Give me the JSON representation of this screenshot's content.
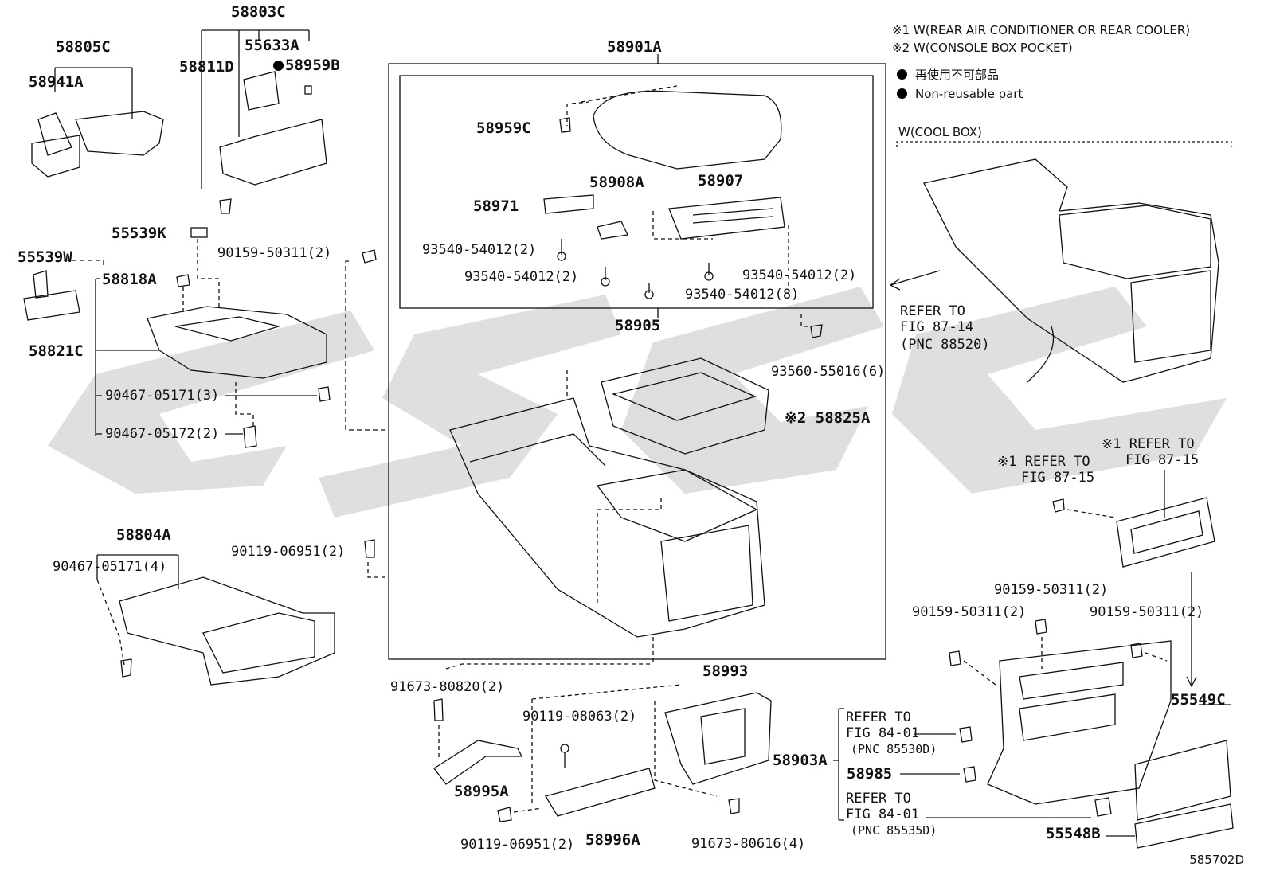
{
  "notes": {
    "note1": "※1 W(REAR AIR CONDITIONER OR REAR COOLER)",
    "note2": "※2 W(CONSOLE BOX POCKET)",
    "legend_jp": "再使用不可部品",
    "legend_en": "Non-reusable part",
    "cool_box_header": "W(COOL BOX)"
  },
  "doc_id": "585702D",
  "parts": {
    "p58803C": "58803C",
    "p58805C": "58805C",
    "p55633A": "55633A",
    "p58959B": "58959B",
    "p58811D": "58811D",
    "p58941A": "58941A",
    "p58901A": "58901A",
    "p58959C": "58959C",
    "p58908A": "58908A",
    "p58971": "58971",
    "p58907": "58907",
    "p93540a": "93540-54012(2)",
    "p93540b": "93540-54012(2)",
    "p93540c": "93540-54012(2)",
    "p93540d": "93540-54012(8)",
    "p58905": "58905",
    "p93560": "93560-55016(6)",
    "p58825A": "※2 58825A",
    "p55539K": "55539K",
    "p90159_top": "90159-50311(2)",
    "p55539W": "55539W",
    "p58818A": "58818A",
    "p58821C": "58821C",
    "p90467_3": "90467-05171(3)",
    "p90467_2": "90467-05172(2)",
    "p58804A": "58804A",
    "p90467_4": "90467-05171(4)",
    "p90119_mid": "90119-06951(2)",
    "p91673_820": "91673-80820(2)",
    "p58995A": "58995A",
    "p90119_08063": "90119-08063(2)",
    "p90119_bottom": "90119-06951(2)",
    "p58996A": "58996A",
    "p58993": "58993",
    "p91673_616": "91673-80616(4)",
    "p58903A": "58903A",
    "p58985": "58985",
    "p55548B": "55548B",
    "p55549C": "55549C",
    "p90159_r1": "90159-50311(2)",
    "p90159_r2": "90159-50311(2)",
    "p90159_r3": "90159-50311(2)"
  },
  "refs": {
    "ref_87_14_a": "REFER TO",
    "ref_87_14_b": "FIG 87-14",
    "ref_87_14_c": "(PNC 88520)",
    "ref_87_15_a1": "※1 REFER TO",
    "ref_87_15_a2": "FIG 87-15",
    "ref_87_15_b1": "※1 REFER TO",
    "ref_87_15_b2": "FIG 87-15",
    "ref_84_01_a1": "REFER TO",
    "ref_84_01_a2": "FIG 84-01",
    "ref_84_01_a3": "(PNC 85530D)",
    "ref_84_01_b1": "REFER TO",
    "ref_84_01_b2": "FIG 84-01",
    "ref_84_01_b3": "(PNC 85535D)"
  }
}
